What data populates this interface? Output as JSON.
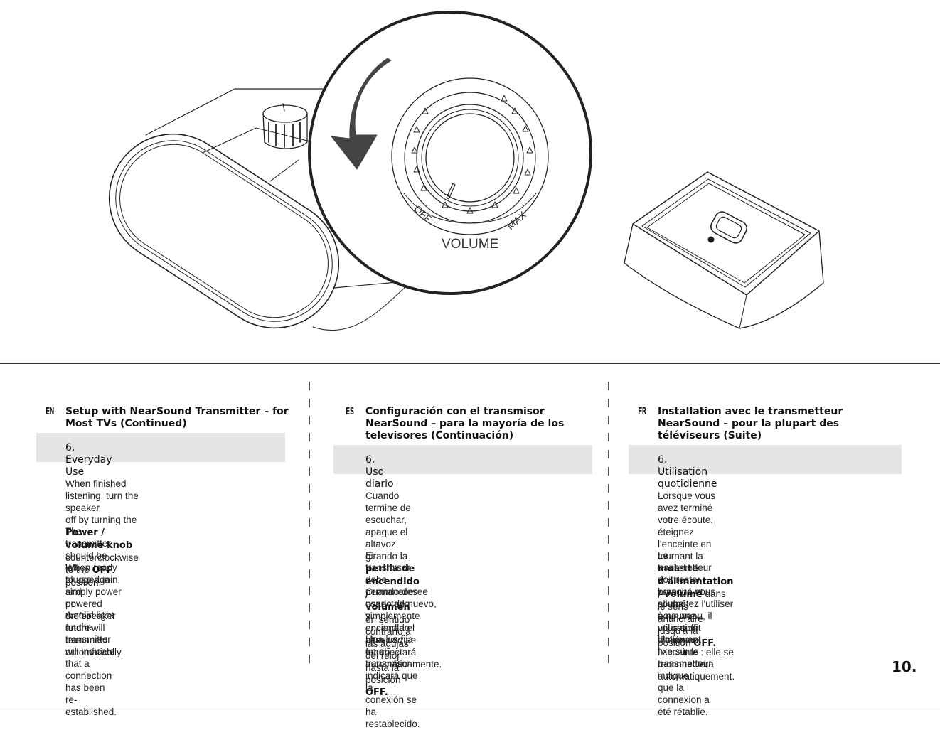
{
  "illustration": {
    "knob_off_label": "OFF",
    "knob_max_label": "MAX",
    "knob_volume_label": "VOLUME"
  },
  "en": {
    "lang": "EN",
    "heading_1": "Setup with NearSound Transmitter – for",
    "heading_2": "Most TVs (Continued)",
    "section": "6. Everyday Use",
    "p1_a": "When finished listening, turn the speaker",
    "p1_b": "off by turning the ",
    "p1_c": "Power / volume knob",
    "p1_d": "counterclockwise to the ",
    "p1_e": "OFF",
    "p1_f": " position.",
    "p2_a": "The transmitter should be left plugged in",
    "p2_b": "and powered on for future use.",
    "p3_a": "When ready to use again, simply power on",
    "p3_b": "the speaker and it will reconnect",
    "p3_c": "automatically.",
    "p4_a": "A solid light on the transmitter will indicate",
    "p4_b": "that a connection has been re-established."
  },
  "es": {
    "lang": "ES",
    "heading_1": "Configuración con el transmisor",
    "heading_2": "NearSound – para la mayoría de los",
    "heading_3": "televisores (Continuación)",
    "section": "6. Uso diario",
    "p1_a": "Cuando termine de escuchar, apague el",
    "p1_b": "altavoz girando la ",
    "p1_c": "perilla de encendido /",
    "p1_d": "volumen",
    "p1_e": " en sentido contrario a las agujas",
    "p1_f": "del reloj hasta la posición ",
    "p1_g": "OFF.",
    "p2_a": "El transmisor debe permanecer conectado",
    "p2_b": "y encendido para uso futuro.",
    "p3_a": "Cuando desee usarlo de nuevo,",
    "p3_b": "simplemente encienda el altavoz y se",
    "p3_c": "reconectará automáticamente.",
    "p4_a": "Una luz fija en el transmisor indicará que la",
    "p4_b": "conexión se ha restablecido."
  },
  "fr": {
    "lang": "FR",
    "heading_1": "Installation avec le transmetteur",
    "heading_2": "NearSound – pour la plupart des",
    "heading_3": "téléviseurs (Suite)",
    "section": "6. Utilisation quotidienne",
    "p1_a": "Lorsque vous avez terminé votre écoute,",
    "p1_b": "éteignez l'enceinte en tournant la ",
    "p1_c": "molette",
    "p1_d": "d'alimentation / volume",
    "p1_e": " dans le sens",
    "p1_f": "antihoraire jusqu'à la position ",
    "p1_g": "OFF.",
    "p2_a": "Le transmetteur doit rester branché et allumé",
    "p2_b": "pour une utilisation ultérieure.",
    "p3_a": "Lorsque vous souhaitez l'utiliser à nouveau, il",
    "p3_b": "vous suffit d'allumer l'enceinte : elle se",
    "p3_c": "reconnectera automatiquement.",
    "p4_a": "Un voyant fixe sur le transmetteur indique",
    "p4_b": "que la connexion a été rétablie."
  },
  "page_number": "10."
}
